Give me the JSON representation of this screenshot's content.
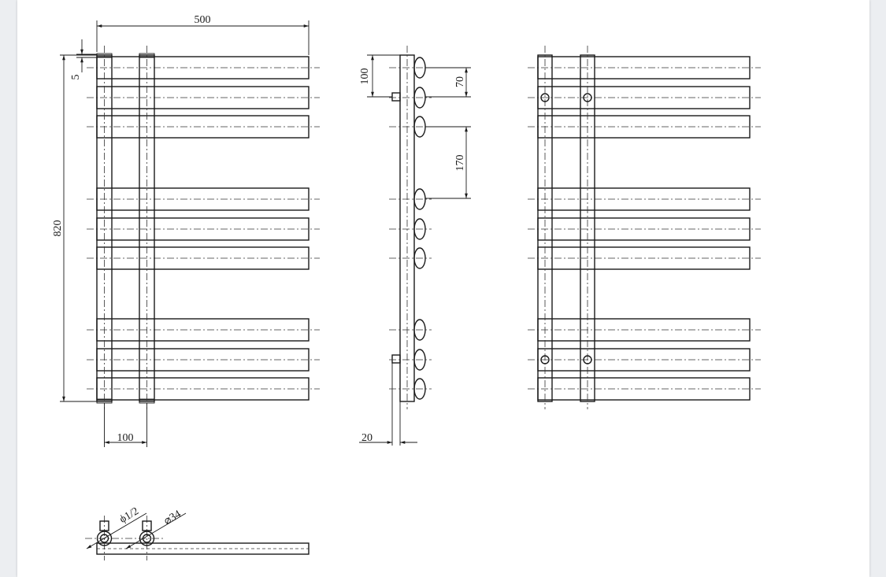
{
  "dimensions": {
    "width_top": "500",
    "top_offset": "5",
    "total_height": "820",
    "spacing_bottom": "100",
    "side_top": "100",
    "side_gap_small": "70",
    "side_gap_large": "170",
    "side_depth": "20",
    "pipe_thread": "ϕ1/2",
    "pipe_diameter": "⌀34"
  }
}
